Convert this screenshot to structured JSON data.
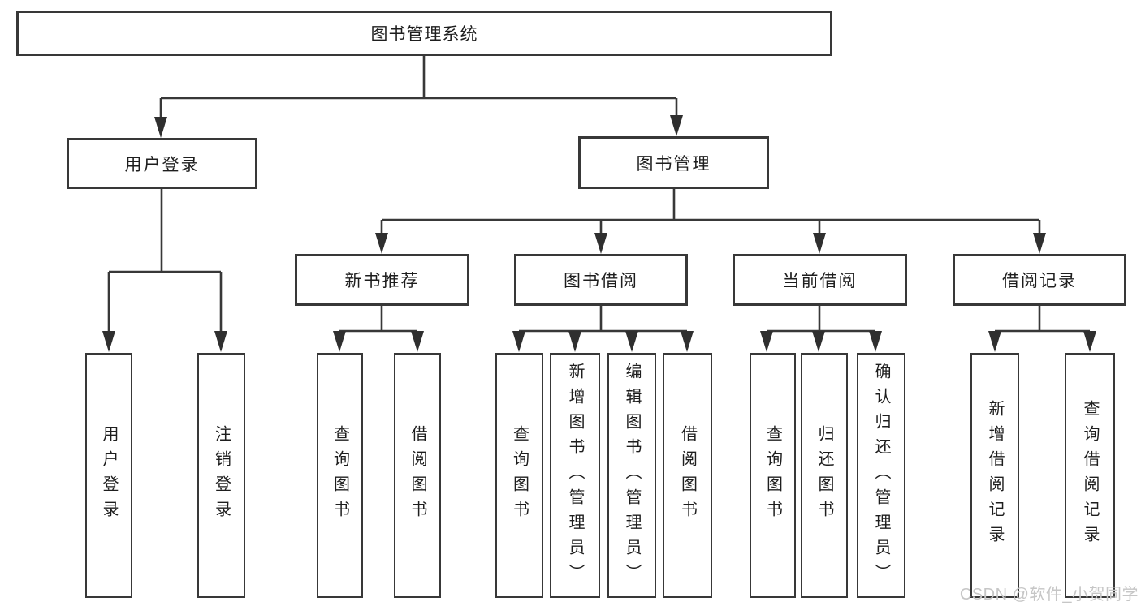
{
  "tree": {
    "root": {
      "label": "图书管理系统"
    },
    "branches": [
      {
        "label": "用户登录",
        "children": [
          {
            "label": "用户登录"
          },
          {
            "label": "注销登录"
          }
        ]
      },
      {
        "label": "图书管理",
        "children": [
          {
            "label": "新书推荐",
            "children": [
              {
                "label": "查询图书"
              },
              {
                "label": "借阅图书"
              }
            ]
          },
          {
            "label": "图书借阅",
            "children": [
              {
                "label": "查询图书"
              },
              {
                "label": "新增图书（管理员）"
              },
              {
                "label": "编辑图书（管理员）"
              },
              {
                "label": "借阅图书"
              }
            ]
          },
          {
            "label": "当前借阅",
            "children": [
              {
                "label": "查询图书"
              },
              {
                "label": "归还图书"
              },
              {
                "label": "确认归还（管理员）"
              }
            ]
          },
          {
            "label": "借阅记录",
            "children": [
              {
                "label": "新增借阅记录"
              },
              {
                "label": "查询借阅记录"
              }
            ]
          }
        ]
      }
    ]
  },
  "watermark": {
    "text": "CSDN @软件_小贺同学"
  },
  "colors": {
    "line": "#383838",
    "arrow": "#2f2f2f",
    "box_border": "#383838",
    "text": "#1e1e1e",
    "watermark": "#c6c6c6",
    "background": "#ffffff"
  }
}
